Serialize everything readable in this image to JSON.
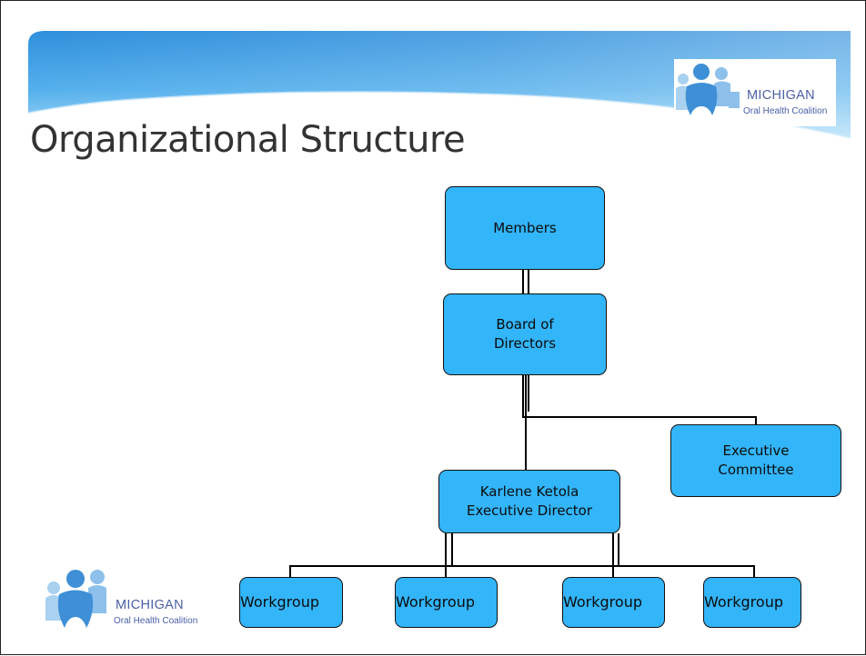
{
  "slide": {
    "title": "Organizational Structure"
  },
  "logo": {
    "line1": "MICHIGAN",
    "line2": "Oral Health Coalition"
  },
  "org_chart": {
    "members": "Members",
    "board": "Board of Directors",
    "executive_committee": "Executive Committee",
    "director_name": "Karlene Ketola",
    "director_title": "Executive Director",
    "workgroups": [
      "Workgroup",
      "Workgroup",
      "Workgroup",
      "Workgroup"
    ]
  },
  "colors": {
    "box_fill": "#33b5fa",
    "banner": "#3f99df",
    "logo_text": "#4a5fa6"
  }
}
